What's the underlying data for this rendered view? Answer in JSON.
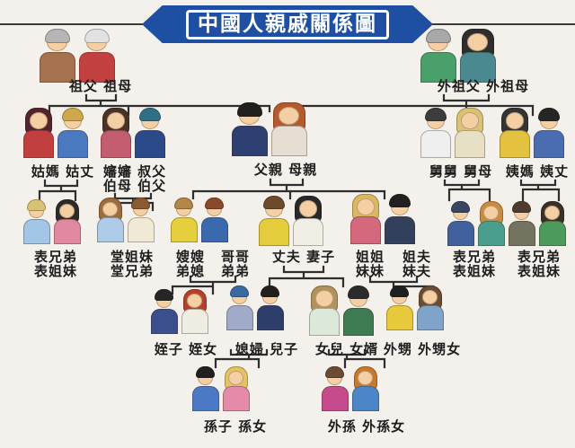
{
  "title": "中國人親戚關係圖",
  "colors": {
    "banner_blue": "#1f4fa3",
    "connector_line": "#2e2e2e",
    "background": "#f4f1ec",
    "label_text": "#1d1d1d"
  },
  "groups": {
    "zufu": {
      "label": "祖父 祖母"
    },
    "waizufu": {
      "label": "外祖父 外祖母"
    },
    "guma": {
      "label": "姑媽 姑丈"
    },
    "shushu": {
      "label": "嬸嬸 叔父",
      "label2": "伯母 伯父"
    },
    "fumu": {
      "label": "父親 母親"
    },
    "jiujiu": {
      "label": "舅舅 舅母"
    },
    "yima": {
      "label": "姨媽 姨丈"
    },
    "biao1": {
      "label": "表兄弟",
      "label2": "表姐妹"
    },
    "tang": {
      "label": "堂姐妹",
      "label2": "堂兄弟"
    },
    "saosao": {
      "label": "嫂嫂",
      "label2": "弟媳"
    },
    "gege": {
      "label": "哥哥",
      "label2": "弟弟"
    },
    "fuqi": {
      "label": "丈夫 妻子"
    },
    "jiemei": {
      "label": "姐姐",
      "label2": "妹妹"
    },
    "jiefu": {
      "label": "姐夫",
      "label2": "妹夫"
    },
    "biao2": {
      "label": "表兄弟",
      "label2": "表姐妹"
    },
    "biao3": {
      "label": "表兄弟",
      "label2": "表姐妹"
    },
    "zhizi": {
      "label": "姪子 姪女"
    },
    "xifu": {
      "label": "媳婦 兒子"
    },
    "nver": {
      "label": "女兒 女婿"
    },
    "waisheng": {
      "label": "外甥 外甥女"
    },
    "sunzi": {
      "label": "孫子 孫女"
    },
    "waisun": {
      "label": "外孫 外孫女"
    }
  }
}
